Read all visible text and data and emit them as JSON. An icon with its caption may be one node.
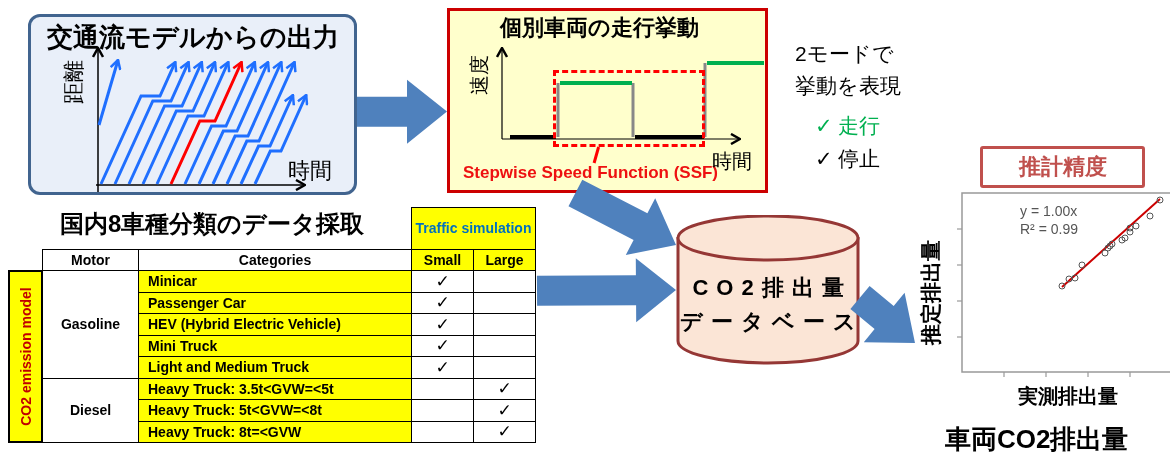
{
  "diagram": {
    "nodes": [
      {
        "text": [
          "交通流モデルからの出力"
        ]
      },
      {
        "text": [
          "個別車両の走行挙動"
        ]
      },
      {
        "text": [
          "Stepwise Speed Function (SSF)"
        ],
        "in": 1
      },
      {
        "text": [],
        "shape": "box",
        "in": 1
      },
      {
        "text": [
          "国内8車種分類のデータ採取"
        ]
      },
      {
        "text": [
          "CO2排出量データベース"
        ]
      },
      {
        "text": [
          "推計精度"
        ]
      },
      {
        "text": [
          "y = 1.00x",
          "R² = 0.99"
        ],
        "beside": [
          "推定排出量",
          "実測排出量"
        ]
      }
    ],
    "edges": [
      {
        "from": 0,
        "to": 1,
        "arrow": "to"
      },
      {
        "from": 1,
        "to": 5,
        "arrow": "to"
      },
      {
        "from": 4,
        "to": 5,
        "arrow": "to"
      },
      {
        "from": 5,
        "to": 7,
        "arrow": "to"
      },
      {
        "from": 2,
        "to": 3,
        "arrow": "none",
        "color": "#ff0000"
      }
    ],
    "labels": [
      "距離",
      "時間",
      "速度",
      "時間",
      "2モードで挙動を表現",
      "✓ 走行",
      "✓ 停止",
      "Traffic simulation",
      "Motor",
      "Categories",
      "Small",
      "Large",
      "CO2 emission model",
      "Gasoline",
      "Minicar",
      "✓",
      "Passenger Car",
      "✓",
      "HEV (Hybrid Electric Vehicle)",
      "✓",
      "Mini Truck",
      "✓",
      "Light and Medium Truck",
      "✓",
      "Diesel",
      "Heavy Truck: 3.5t<GVW=<5t",
      "✓",
      "Heavy Truck: 5t<GVW=<8t",
      "✓",
      "Heavy Truck: 8t=<GVW",
      "✓",
      "車両CO2排出量"
    ]
  }
}
